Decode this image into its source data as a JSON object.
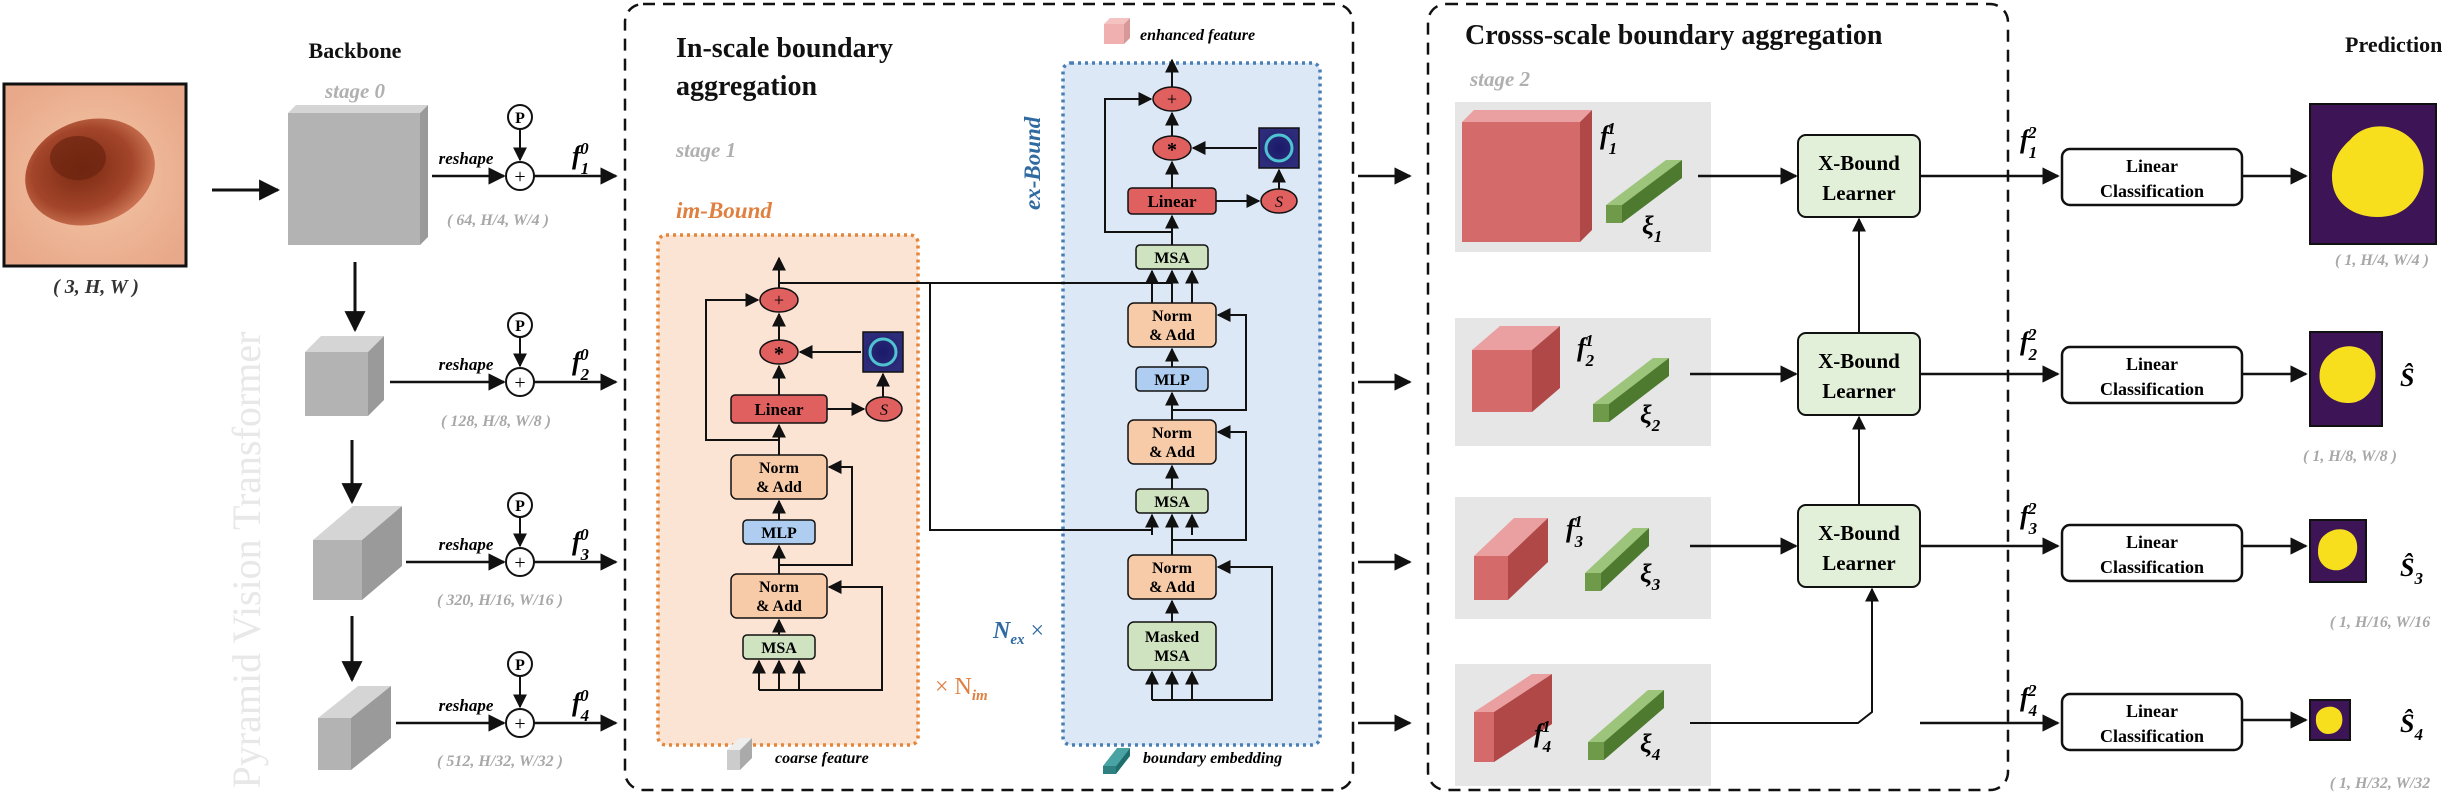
{
  "input": {
    "shape_label": "( 3, H, W )"
  },
  "backbone": {
    "title": "Backbone",
    "stage_label": "stage 0",
    "vertical_label": "Pyramid  Vision Transformer",
    "reshape_label": "reshape",
    "plus_symbol": "+",
    "p_symbol": "P",
    "levels": [
      {
        "f_sub": "1",
        "f_sup": "0",
        "dims": "( 64, H/4, W/4 )"
      },
      {
        "f_sub": "2",
        "f_sup": "0",
        "dims": "( 128, H/8, W/8 )"
      },
      {
        "f_sub": "3",
        "f_sup": "0",
        "dims": "( 320, H/16, W/16 )"
      },
      {
        "f_sub": "4",
        "f_sup": "0",
        "dims": "( 512, H/32, W/32 )"
      }
    ]
  },
  "in_scale": {
    "title_line1": "In-scale boundary",
    "title_line2": "aggregation",
    "stage_label": "stage 1",
    "im_bound": {
      "title": "im-Bound",
      "plus": "+",
      "star": "*",
      "linear": "Linear",
      "s_label": "S",
      "norm_add_1": [
        "Norm",
        "& Add"
      ],
      "mlp": "MLP",
      "norm_add_2": [
        "Norm",
        "& Add"
      ],
      "msa": "MSA",
      "repeat_prefix": "× N",
      "repeat_sub": "im"
    },
    "ex_bound": {
      "title": "ex-Bound",
      "plus": "+",
      "star": "*",
      "linear": "Linear",
      "s_label": "S",
      "msa_top": "MSA",
      "norm_add_1": [
        "Norm",
        "& Add"
      ],
      "mlp": "MLP",
      "norm_add_2": [
        "Norm",
        "& Add"
      ],
      "msa_mid": "MSA",
      "norm_add_3": [
        "Norm",
        "& Add"
      ],
      "masked_msa": [
        "Masked",
        "MSA"
      ],
      "repeat_prefix": "N",
      "repeat_sub": "ex",
      "repeat_suffix": " ×"
    },
    "legend": {
      "enhanced": "enhanced feature",
      "coarse": "coarse feature",
      "boundary": "boundary embedding"
    }
  },
  "cross_scale": {
    "title": "Crosss-scale boundary aggregation",
    "stage_label": "stage 2",
    "features": [
      {
        "f_sub": "1",
        "f_sup": "1",
        "xi_sub": "1"
      },
      {
        "f_sub": "2",
        "f_sup": "1",
        "xi_sub": "2"
      },
      {
        "f_sub": "3",
        "f_sup": "1",
        "xi_sub": "3"
      },
      {
        "f_sub": "4",
        "f_sup": "1",
        "xi_sub": "4"
      }
    ],
    "learner_line1": "X-Bound",
    "learner_line2": "Learner"
  },
  "predictions": {
    "title": "Predictions",
    "classifier_line1": "Linear",
    "classifier_line2": "Classification",
    "rows": [
      {
        "f_sub": "1",
        "f_sup": "2",
        "dims": "( 1, H/4, W/4 )",
        "s_label": "",
        "s_sub": ""
      },
      {
        "f_sub": "2",
        "f_sup": "2",
        "dims": "( 1, H/8, W/8 )",
        "s_label": "Ŝ",
        "s_sub": ""
      },
      {
        "f_sub": "3",
        "f_sup": "2",
        "dims": "( 1, H/16, W/16",
        "s_label": "Ŝ",
        "s_sub": "3"
      },
      {
        "f_sub": "4",
        "f_sup": "2",
        "dims": "( 1, H/32, W/32",
        "s_label": "Ŝ",
        "s_sub": "4"
      }
    ]
  },
  "colors": {
    "gray_panel": "#e6e6e6",
    "cube_gray": "#b3b3b3",
    "red_cube": "#d46a6a",
    "green_token": "#6f9a4a",
    "learner_fill": "#e2efd9",
    "im_fill": "#fbe4d4",
    "im_border": "#e3853a",
    "ex_fill": "#dce8f5",
    "ex_border": "#4a7fb5",
    "linear_red": "#e06060",
    "norm_peach": "#f8cba8",
    "mlp_blue": "#aecdf0",
    "msa_green": "#cfe3c0",
    "orange_text": "#e08040",
    "blue_text": "#2f6aa0",
    "pred_purple": "#3d1456",
    "pred_yellow": "#f7df1e"
  }
}
